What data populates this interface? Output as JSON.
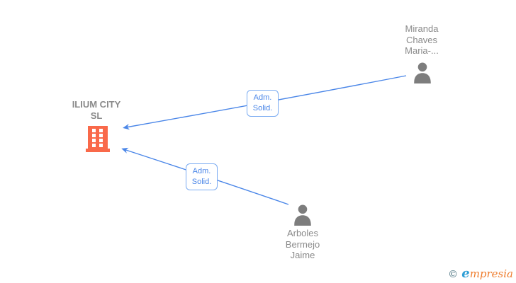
{
  "colors": {
    "edge_blue": "#4a86e8",
    "edge_label_border": "#7aabf2",
    "building_orange": "#f9694a",
    "person_gray": "#7d7d7d",
    "name_gray": "#8a8a8a",
    "logo_copyright_teal": "#46707e",
    "logo_e_blue": "#2f9fd6",
    "logo_rest_orange": "#ef7d2e"
  },
  "diagram": {
    "company": {
      "name_line1": "ILIUM CITY",
      "name_line2": "SL"
    },
    "persons": [
      {
        "name_line1": "Miranda",
        "name_line2": "Chaves",
        "name_line3": "Maria-..."
      },
      {
        "name_line1": "Arboles",
        "name_line2": "Bermejo",
        "name_line3": "Jaime"
      }
    ],
    "edges": [
      {
        "from": "Miranda Chaves Maria-...",
        "to": "ILIUM CITY SL",
        "label_line1": "Adm.",
        "label_line2": "Solid."
      },
      {
        "from": "Arboles Bermejo Jaime",
        "to": "ILIUM CITY SL",
        "label_line1": "Adm.",
        "label_line2": "Solid."
      }
    ]
  },
  "footer": {
    "copyright_symbol": "©",
    "brand_initial": "e",
    "brand_rest": "mpresia"
  }
}
